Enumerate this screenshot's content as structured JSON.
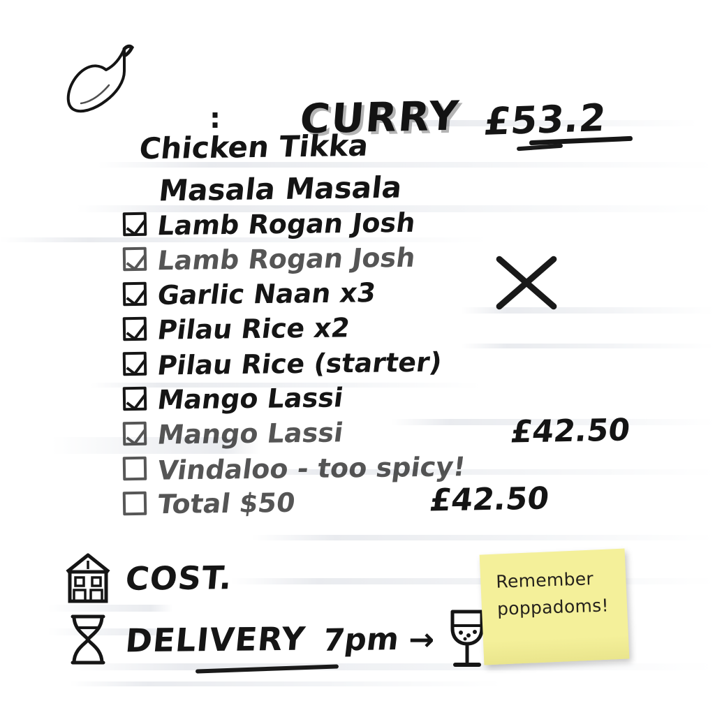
{
  "note": {
    "icon": "chili-pepper-icon",
    "separator": ":",
    "title": "CURRY",
    "headline_price": "£53.2",
    "headline_price_struck": true,
    "subheads": [
      {
        "text": "Chicken Tikka"
      },
      {
        "text": "Masala Masala"
      }
    ],
    "cross_mark": "x-mark"
  },
  "items": [
    {
      "label": "Lamb Rogan Josh",
      "checked": true,
      "faded": false,
      "price": ""
    },
    {
      "label": "Lamb Rogan Josh",
      "checked": true,
      "faded": true,
      "price": ""
    },
    {
      "label": "Garlic Naan x3",
      "checked": true,
      "faded": false,
      "price": ""
    },
    {
      "label": "Pilau Rice  x2",
      "checked": true,
      "faded": false,
      "price": ""
    },
    {
      "label": "Pilau Rice  (starter)",
      "checked": true,
      "faded": false,
      "price": ""
    },
    {
      "label": "Mango  Lassi",
      "checked": true,
      "faded": false,
      "price": ""
    },
    {
      "label": "Mango Lassi",
      "checked": true,
      "faded": true,
      "price": "£42.50"
    },
    {
      "label": "Vindaloo - too spicy!",
      "checked": false,
      "faded": true,
      "price": ""
    },
    {
      "label": "Total $50",
      "checked": false,
      "faded": true,
      "price": "£42.50"
    }
  ],
  "footer": {
    "cost": {
      "icon": "house-icon",
      "label": "COST."
    },
    "delivery": {
      "icon": "hourglass-icon",
      "label": "DELIVERY",
      "time": "7pm",
      "arrow": "→",
      "target_icon": "wine-glass-icon"
    }
  },
  "sticky_note": {
    "line1": "Remember",
    "line2": "poppadoms!",
    "color": "#f4f09a"
  },
  "colors": {
    "ink": "#151515",
    "paper": "#ffffff",
    "sticky": "#f4f09a"
  }
}
